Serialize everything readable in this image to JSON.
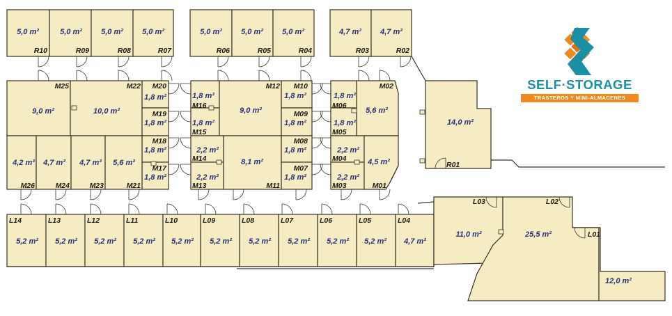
{
  "brand": {
    "name": "SELF·STORAGE",
    "tagline": "TRASTEROS Y MINI-ALMACENES",
    "colors": {
      "teal": "#1b8fa3",
      "orange": "#f08a1e"
    }
  },
  "units": [
    {
      "code": "R10",
      "area": "5,0 m²"
    },
    {
      "code": "R09",
      "area": "5,0 m²"
    },
    {
      "code": "R08",
      "area": "5,0 m²"
    },
    {
      "code": "R07",
      "area": "5,0 m²"
    },
    {
      "code": "R06",
      "area": "5,0 m²"
    },
    {
      "code": "R05",
      "area": "5,0 m²"
    },
    {
      "code": "R04",
      "area": "5,0 m²"
    },
    {
      "code": "R03",
      "area": "4,7 m²"
    },
    {
      "code": "R02",
      "area": "4,7 m²"
    },
    {
      "code": "R01",
      "area": "14,0 m²"
    },
    {
      "code": "M25",
      "area": "9,0 m²"
    },
    {
      "code": "M22",
      "area": "10,0 m²"
    },
    {
      "code": "M20",
      "area": "1,8 m²"
    },
    {
      "code": "M19",
      "area": "1,8 m²"
    },
    {
      "code": "M18",
      "area": "1,8 m²"
    },
    {
      "code": "M17",
      "area": "1,8 m²"
    },
    {
      "code": "M26",
      "area": "4,2 m²"
    },
    {
      "code": "M24",
      "area": "4,7 m²"
    },
    {
      "code": "M23",
      "area": "4,7 m²"
    },
    {
      "code": "M21",
      "area": "5,6 m²"
    },
    {
      "code": "M16",
      "area": "1,8 m²"
    },
    {
      "code": "M15",
      "area": "1,8 m²"
    },
    {
      "code": "M12",
      "area": "9,0 m²"
    },
    {
      "code": "M10",
      "area": "1,8 m²"
    },
    {
      "code": "M09",
      "area": "1,8 m²"
    },
    {
      "code": "M14",
      "area": "2,2 m²"
    },
    {
      "code": "M13",
      "area": "2,2 m²"
    },
    {
      "code": "M11",
      "area": "8,1 m²"
    },
    {
      "code": "M08",
      "area": "1,8 m²"
    },
    {
      "code": "M07",
      "area": "1,8 m²"
    },
    {
      "code": "M06",
      "area": "1,8 m²"
    },
    {
      "code": "M05",
      "area": "1,8 m²"
    },
    {
      "code": "M02",
      "area": "5,6 m²"
    },
    {
      "code": "M04",
      "area": "2,2 m²"
    },
    {
      "code": "M03",
      "area": "2,2 m²"
    },
    {
      "code": "M01",
      "area": "4,5 m²"
    },
    {
      "code": "L14",
      "area": "5,2 m²"
    },
    {
      "code": "L13",
      "area": "5,2 m²"
    },
    {
      "code": "L12",
      "area": "5,2 m²"
    },
    {
      "code": "L11",
      "area": "5,2 m²"
    },
    {
      "code": "L10",
      "area": "5,2 m²"
    },
    {
      "code": "L09",
      "area": "5,2 m²"
    },
    {
      "code": "L08",
      "area": "5,2 m²"
    },
    {
      "code": "L07",
      "area": "5,2 m²"
    },
    {
      "code": "L06",
      "area": "5,2 m²"
    },
    {
      "code": "L05",
      "area": "5,2 m²"
    },
    {
      "code": "L04",
      "area": "4,7 m²"
    },
    {
      "code": "L03",
      "area": "11,0 m²"
    },
    {
      "code": "L02",
      "area": "25,5 m²"
    },
    {
      "code": "L01",
      "area": "12,0 m²"
    }
  ]
}
